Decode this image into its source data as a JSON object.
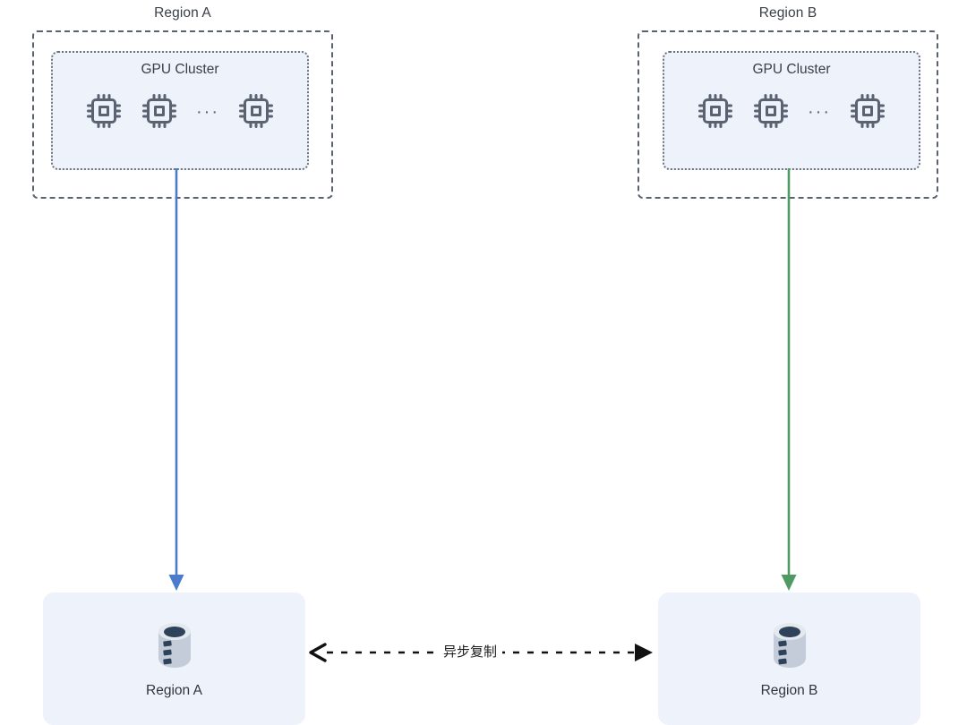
{
  "diagram": {
    "title_hidden": "",
    "regions": [
      {
        "id": "region-a",
        "title": "Region A",
        "cluster": {
          "label": "GPU Cluster",
          "chips": [
            "gpu-chip",
            "gpu-chip",
            "gpu-chip"
          ],
          "ellipsis": "···"
        },
        "storage": {
          "label": "Region A",
          "icon": "database-cylinder-icon"
        },
        "connector": {
          "direction": "down",
          "color": "#4a7ccb",
          "style": "solid"
        }
      },
      {
        "id": "region-b",
        "title": "Region B",
        "cluster": {
          "label": "GPU Cluster",
          "chips": [
            "gpu-chip",
            "gpu-chip",
            "gpu-chip"
          ],
          "ellipsis": "···"
        },
        "storage": {
          "label": "Region B",
          "icon": "database-cylinder-icon"
        },
        "connector": {
          "direction": "down",
          "color": "#4f9a63",
          "style": "solid"
        }
      }
    ],
    "replication": {
      "label": "异步复制",
      "style": "dashed",
      "color": "#111111",
      "left_arrowhead": "chevron",
      "right_arrowhead": "filled-triangle",
      "bidirectional": true
    },
    "colors": {
      "panel_fill": "#eef2fb",
      "region_border": "#5a6270",
      "cluster_border": "#6b7280",
      "chip_stroke": "#5b6372",
      "db_body": "#c3ccd8",
      "db_dark": "#2e4259",
      "arrow_blue": "#4a7ccb",
      "arrow_green": "#4f9a63",
      "text": "#2f3640"
    }
  }
}
